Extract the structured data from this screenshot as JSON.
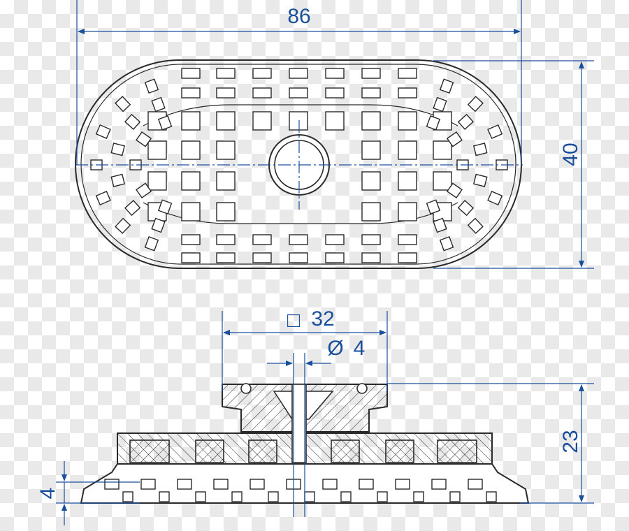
{
  "colors": {
    "outline": "#2a2a2a",
    "dimension": "#1a4f9c",
    "background_check": "#e9e9e9"
  },
  "dimensions": {
    "length": "86",
    "width": "40",
    "square_fitting": "32",
    "square_symbol": "□",
    "bore": "4",
    "diameter_symbol": "Ø",
    "height": "23",
    "lip_height": "4"
  }
}
